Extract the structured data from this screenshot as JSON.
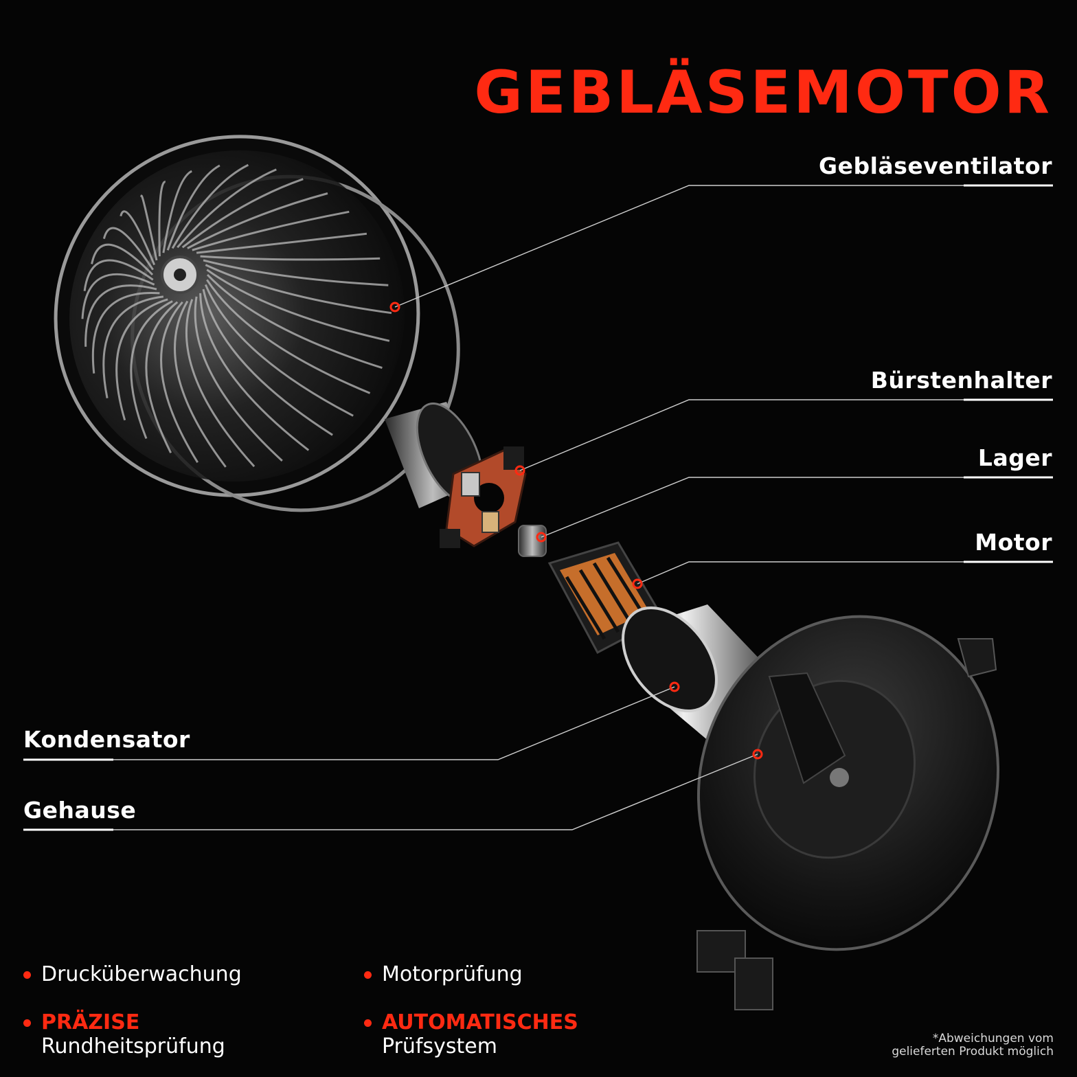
{
  "title": "GEBLÄSEMOTOR",
  "callouts": {
    "fan": "Gebläseventilator",
    "brush_holder": "Bürstenhalter",
    "bearing": "Lager",
    "motor": "Motor",
    "capacitor": "Kondensator",
    "housing": "Gehause"
  },
  "features": {
    "pressure": "Drucküberwachung",
    "motor_test": "Motorprüfung",
    "precise_highlight": "PRÄZISE",
    "precise_text": "Rundheitsprüfung",
    "auto_highlight": "AUTOMATISCHES",
    "auto_text": "Prüfsystem"
  },
  "disclaimer": {
    "line1": "*Abweichungen vom",
    "line2": "gelieferten Produkt möglich"
  },
  "colors": {
    "accent": "#ff2a12",
    "background": "#050505",
    "copper": "#d9782e",
    "brush_plate": "#b24a2a"
  }
}
